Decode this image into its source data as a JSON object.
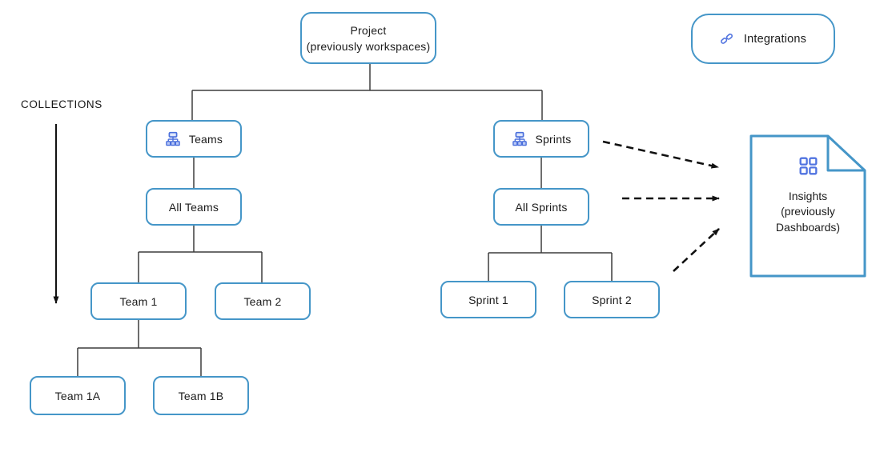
{
  "diagram": {
    "collections_label": "COLLECTIONS",
    "nodes": {
      "project": {
        "line1": "Project",
        "line2": "(previously workspaces)"
      },
      "integrations": {
        "label": "Integrations",
        "icon": "link-icon"
      },
      "teams": {
        "label": "Teams",
        "icon": "org-chart-icon"
      },
      "all_teams": {
        "label": "All Teams"
      },
      "team1": {
        "label": "Team 1"
      },
      "team2": {
        "label": "Team 2"
      },
      "team1a": {
        "label": "Team 1A"
      },
      "team1b": {
        "label": "Team 1B"
      },
      "sprints": {
        "label": "Sprints",
        "icon": "org-chart-icon"
      },
      "all_sprints": {
        "label": "All Sprints"
      },
      "sprint1": {
        "label": "Sprint 1"
      },
      "sprint2": {
        "label": "Sprint 2"
      },
      "insights": {
        "line1": "Insights",
        "line2": "(previously",
        "line3": "Dashboards)",
        "icon": "grid-icon"
      }
    },
    "edges": {
      "solid": [
        "project-split",
        "split-teams",
        "split-sprints",
        "teams-all_teams",
        "sprints-all_sprints",
        "all_teams-team1",
        "all_teams-team2",
        "team1-team1a",
        "team1-team1b",
        "all_sprints-sprint1",
        "all_sprints-sprint2"
      ],
      "dashed_arrows": [
        "sprints-insights",
        "all_sprints-insights",
        "sprint2-area-insights"
      ],
      "collections_arrow": "collections-down"
    },
    "colors": {
      "node_border": "#4596c8",
      "icon_blue": "#5073e0",
      "connector_line": "#3d3d3d",
      "arrow_black": "#111111",
      "text": "#1b1b1b",
      "background": "#ffffff"
    }
  }
}
